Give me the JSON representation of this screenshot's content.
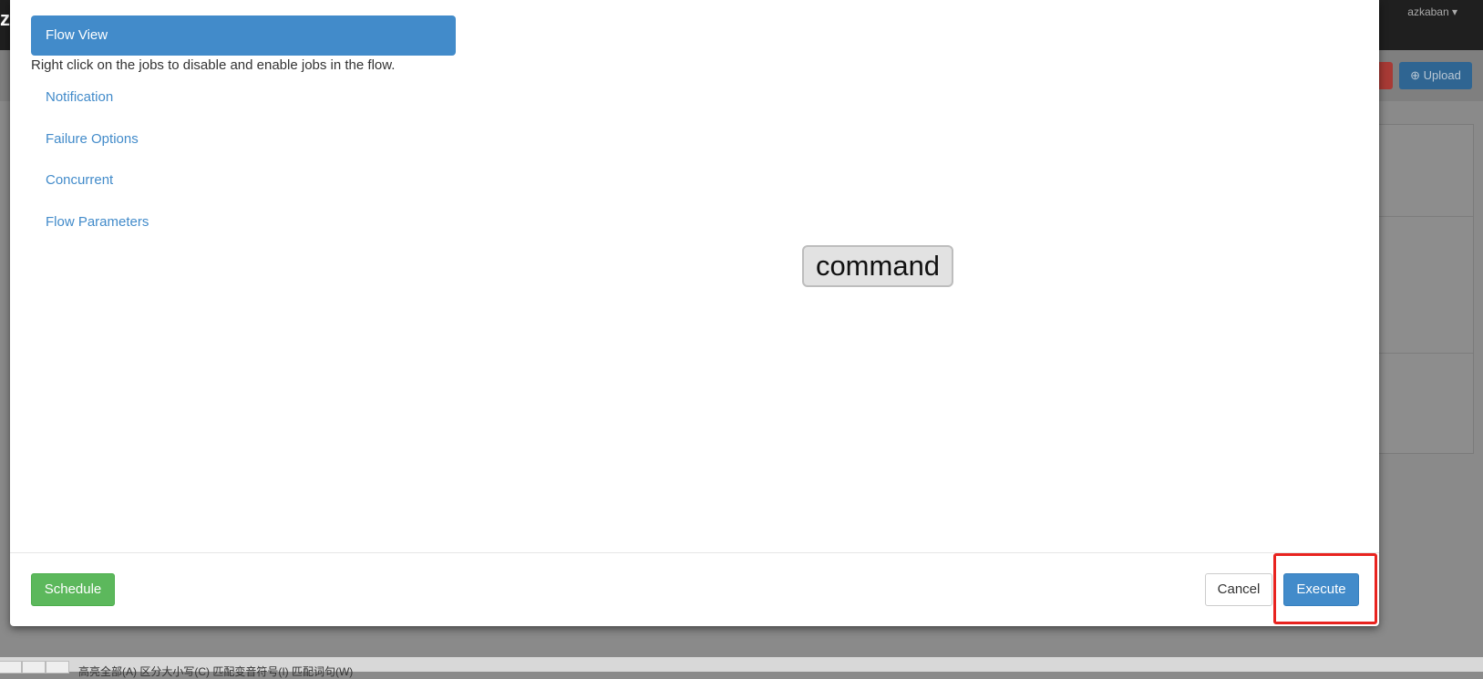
{
  "background": {
    "app_logo": "zk",
    "user_menu": "azkaban ▾",
    "upload_button": "⊕ Upload",
    "footer_text": "高亮全部(A)  区分大小写(C)  匹配变音符号(I)  匹配词句(W)"
  },
  "modal": {
    "tab_label": "Flow View",
    "hint": "Right click on the jobs to disable and enable jobs in the flow.",
    "side_links": [
      "Notification",
      "Failure Options",
      "Concurrent",
      "Flow Parameters"
    ],
    "graph_node": "command",
    "footer": {
      "schedule_label": "Schedule",
      "cancel_label": "Cancel",
      "execute_label": "Execute"
    }
  },
  "colors": {
    "primary": "#428bca",
    "success": "#5cb85c",
    "highlight": "#e8231f"
  }
}
